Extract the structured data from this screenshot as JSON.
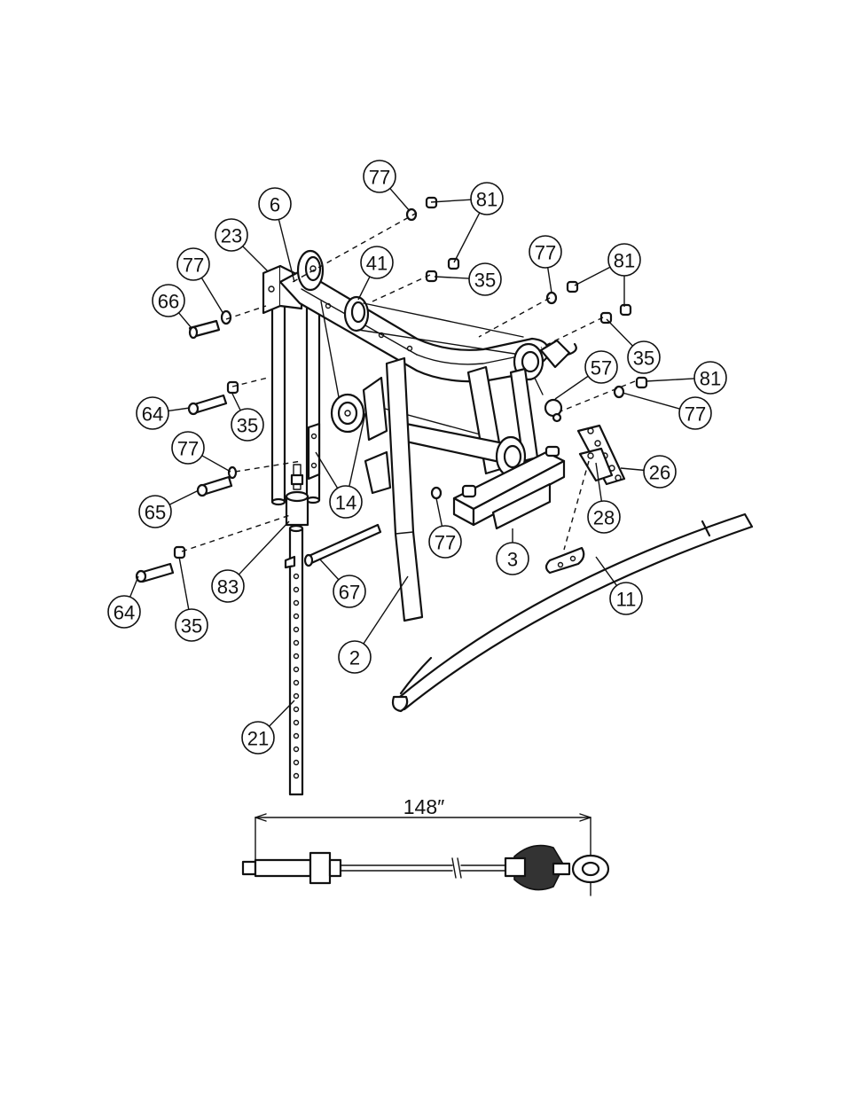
{
  "diagram": {
    "callouts": [
      {
        "id": "c77a",
        "label": "77"
      },
      {
        "id": "c81a",
        "label": "81"
      },
      {
        "id": "c6",
        "label": "6"
      },
      {
        "id": "c23",
        "label": "23"
      },
      {
        "id": "c41",
        "label": "41"
      },
      {
        "id": "c35a",
        "label": "35"
      },
      {
        "id": "c77b",
        "label": "77"
      },
      {
        "id": "c66",
        "label": "66"
      },
      {
        "id": "c77c",
        "label": "77"
      },
      {
        "id": "c81b",
        "label": "81"
      },
      {
        "id": "c35b",
        "label": "35"
      },
      {
        "id": "c57",
        "label": "57"
      },
      {
        "id": "c81c",
        "label": "81"
      },
      {
        "id": "c77d",
        "label": "77"
      },
      {
        "id": "c64a",
        "label": "64"
      },
      {
        "id": "c35c",
        "label": "35"
      },
      {
        "id": "c77e",
        "label": "77"
      },
      {
        "id": "c26",
        "label": "26"
      },
      {
        "id": "c14",
        "label": "14"
      },
      {
        "id": "c65",
        "label": "65"
      },
      {
        "id": "c28",
        "label": "28"
      },
      {
        "id": "c77f",
        "label": "77"
      },
      {
        "id": "c3",
        "label": "3"
      },
      {
        "id": "c83",
        "label": "83"
      },
      {
        "id": "c67",
        "label": "67"
      },
      {
        "id": "c11",
        "label": "11"
      },
      {
        "id": "c64b",
        "label": "64"
      },
      {
        "id": "c35d",
        "label": "35"
      },
      {
        "id": "c2",
        "label": "2"
      },
      {
        "id": "c21",
        "label": "21"
      }
    ],
    "cable_length": "148″"
  }
}
